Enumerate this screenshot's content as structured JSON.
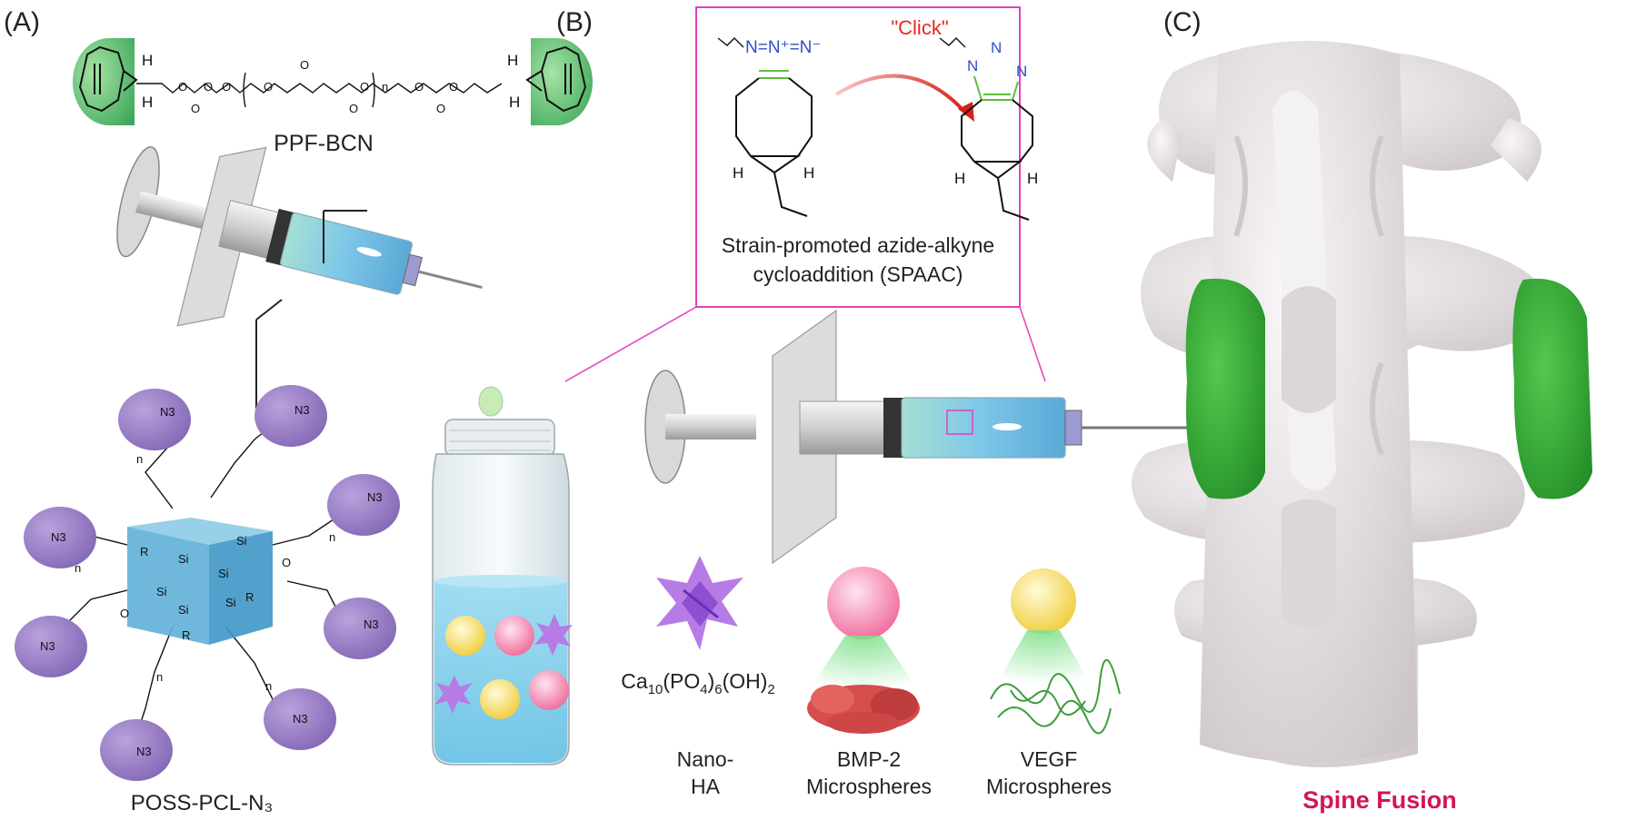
{
  "panels": {
    "a": "(A)",
    "b": "(B)",
    "c": "(C)"
  },
  "labels": {
    "ppf_bcn": "PPF-BCN",
    "poss_pcl_n3": "POSS-PCL-N₃",
    "click": "\"Click\"",
    "spaac_line1": "Strain-promoted azide-alkyne",
    "spaac_line2": "cycloaddition (SPAAC)",
    "nano_ha_formula_parts": [
      "Ca",
      "10",
      "(PO",
      "4",
      ")",
      "6",
      "(OH)",
      "2"
    ],
    "nano_ha_line1": "Nano-",
    "nano_ha_line2": "HA",
    "bmp2_line1": "BMP-2",
    "bmp2_line2": "Microspheres",
    "vegf_line1": "VEGF",
    "vegf_line2": "Microspheres",
    "spine_fusion": "Spine Fusion"
  },
  "chem_atoms": {
    "H": "H",
    "O": "O",
    "Si": "Si",
    "R": "R",
    "n": "n",
    "N3": "N3",
    "N": "N",
    "azide": "N=N⁺=N⁻"
  },
  "colors": {
    "click_red": "#e8271f",
    "spaac_box": "#e33fbf",
    "spine_fusion": "#d4145a",
    "azide_blue": "#2d4fc4",
    "alkyne_green": "#5bbf3a",
    "bcn_cap_green": "#5ec46a",
    "azide_cap_purple": "#9b7fc6",
    "poss_cube_blue": "#5fb0d8",
    "gel_blue": "#8fd0ec",
    "bone_grey": "#e6e1e3",
    "graft_green": "#3db43a"
  }
}
